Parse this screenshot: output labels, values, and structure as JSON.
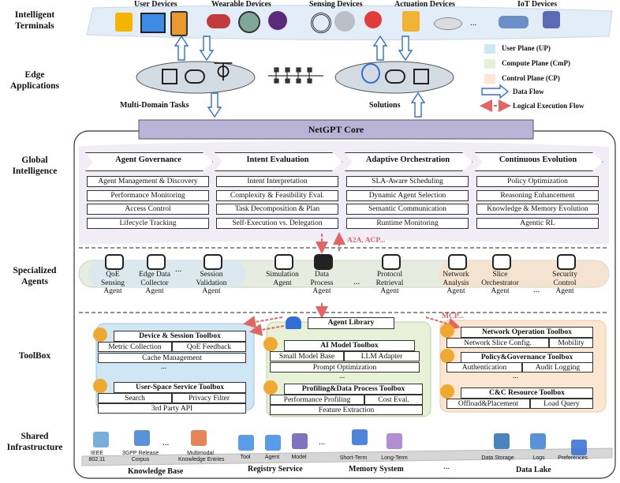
{
  "rows": {
    "terminals": "Intelligent Terminals",
    "edge": "Edge Applications",
    "global": "Global Intelligence",
    "agents": "Specialized Agents",
    "toolbox": "ToolBox",
    "infra": "Shared Infrastructure"
  },
  "terminals": {
    "user": "User Devices",
    "wearable": "Wearable Devices",
    "sensing": "Sensing Devices",
    "actuation": "Actuation Devices",
    "iot": "IoT Devices",
    "ellipsis": "..."
  },
  "edge": {
    "multi_domain": "Multi-Domain Tasks",
    "solutions": "Solutions"
  },
  "legend": {
    "up": "User Plane (UP)",
    "cmp": "Compute Plane (CmP)",
    "cp": "Control Plane (CP)",
    "flow": "Data Flow",
    "logic": "Logical Execution Flow",
    "colors": {
      "up": "#cfe6f5",
      "cmp": "#e6f1d8",
      "cp": "#fbe6d2"
    }
  },
  "core": {
    "title": "NetGPT Core"
  },
  "pillars": [
    {
      "title": "Agent Governance",
      "items": [
        "Agent Management & Discovery",
        "Performance Monitoring",
        "Access Control",
        "Lifecycle Tracking"
      ]
    },
    {
      "title": "Intent  Evaluation",
      "items": [
        "Intent Interpretation",
        "Complexity & Feasibility Eval.",
        "Task Decomposition & Plan",
        "Self-Execution vs. Delegation"
      ]
    },
    {
      "title": "Adaptive Orchestration",
      "items": [
        "SLA-Aware Scheduling",
        "Dynamic Agent Selection",
        "Semantic Communication",
        "Runtime Monitoring"
      ]
    },
    {
      "title": "Continuous Evolution",
      "items": [
        "Policy Optimization",
        "Reasoning Enhancement",
        "Knowledge & Memory Evolution",
        "Agentic RL"
      ]
    }
  ],
  "protocols": {
    "a2a": "A2A, ACP...",
    "mcp": "MCP..."
  },
  "agents": {
    "qoe": "QoE\nSensing\nAgent",
    "edc": "Edge Data\nCollector\nAgent",
    "session": "Session\nValidation\nAgent",
    "sim": "Simulation\nAgent",
    "dpa": "Data\nProcess\nAgent",
    "pra": "Protocol\nRetrieval\nAgent",
    "naa": "Network\nAnalysis\nAgent",
    "soa": "Slice\nOrchestrator\nAgent",
    "sca": "Security\nControl\nAgent",
    "ellipsis": "..."
  },
  "agent_library": "Agent Library",
  "toolboxes": {
    "device": {
      "title": "Device & Session Toolbox",
      "items": [
        "Metric Collection",
        "QoE Feedback",
        "Cache Management"
      ]
    },
    "userspace": {
      "title": "User-Space Service Toolbox",
      "items": [
        "Search",
        "Privacy Filter",
        "3rd Party API"
      ]
    },
    "aimodel": {
      "title": "AI Model Toolbox",
      "items": [
        "Small Model Base",
        "LLM Adapter",
        "Prompt Optimization"
      ]
    },
    "profiling": {
      "title": "Profiling&Data Process Toolbox",
      "items": [
        "Performance Profiling",
        "Cost Eval.",
        "Feature Extraction"
      ]
    },
    "netop": {
      "title": "Network Operation Toolbox",
      "items": [
        "Network Slice Config.",
        "Mobility"
      ]
    },
    "policy": {
      "title": "Policy&Governance Toolbox",
      "items": [
        "Authentication",
        "Audit Logging"
      ]
    },
    "cc": {
      "title": "C&C Resource Toolbox",
      "items": [
        "Offload&Placement",
        "Load Query"
      ]
    },
    "ellipsis": "..."
  },
  "infra": {
    "kb": {
      "title": "Knowledge Base",
      "items": [
        "IEEE\n802.11",
        "3GPP Release\nCorpus",
        "Multimodal\nKnowledge Entries"
      ]
    },
    "registry": {
      "title": "Registry Service",
      "items": [
        "Tool",
        "Agent",
        "Model"
      ]
    },
    "memory": {
      "title": "Memory System",
      "items": [
        "Short-Term",
        "Long-Term"
      ]
    },
    "lake": {
      "title": "Data Lake",
      "items": [
        "Data Storage",
        "Logs",
        "Preferences"
      ]
    },
    "ellipsis": "..."
  }
}
